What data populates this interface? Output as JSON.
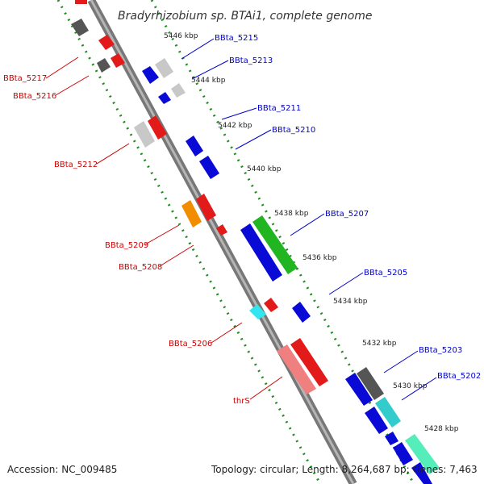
{
  "title": "Bradyrhizobium sp. BTAi1, complete genome",
  "footer": {
    "accession": "Accession: NC_009485",
    "topology": "Topology: circular; Length: 8,264,687 bp; Genes: 7,463"
  },
  "scale_labels": [
    "5446 kbp",
    "5444 kbp",
    "5442 kbp",
    "5440 kbp",
    "5438 kbp",
    "5436 kbp",
    "5434 kbp",
    "5432 kbp",
    "5430 kbp",
    "5428 kbp"
  ],
  "genes_right": [
    "BBta_5215",
    "BBta_5213",
    "BBta_5211",
    "BBta_5210",
    "BBta_5207",
    "BBta_5205",
    "BBta_5203",
    "BBta_5202"
  ],
  "genes_left": [
    "BBta_5217",
    "BBta_5216",
    "BBta_5212",
    "BBta_5209",
    "BBta_5208",
    "BBta_5206",
    "thrS"
  ],
  "colors": {
    "forward_label": "#0000cc",
    "reverse_label": "#cc0000",
    "backbone": "#808080",
    "ticks": "#228b22"
  }
}
